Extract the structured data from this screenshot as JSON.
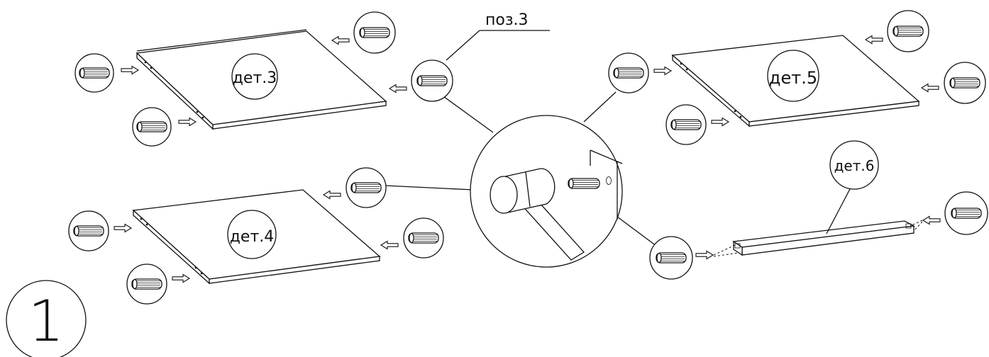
{
  "step_number": "1",
  "callout_label": "поз.3",
  "parts": {
    "part3": "дет.3",
    "part4": "дет.4",
    "part5": "дет.5",
    "part6": "дет.6"
  }
}
